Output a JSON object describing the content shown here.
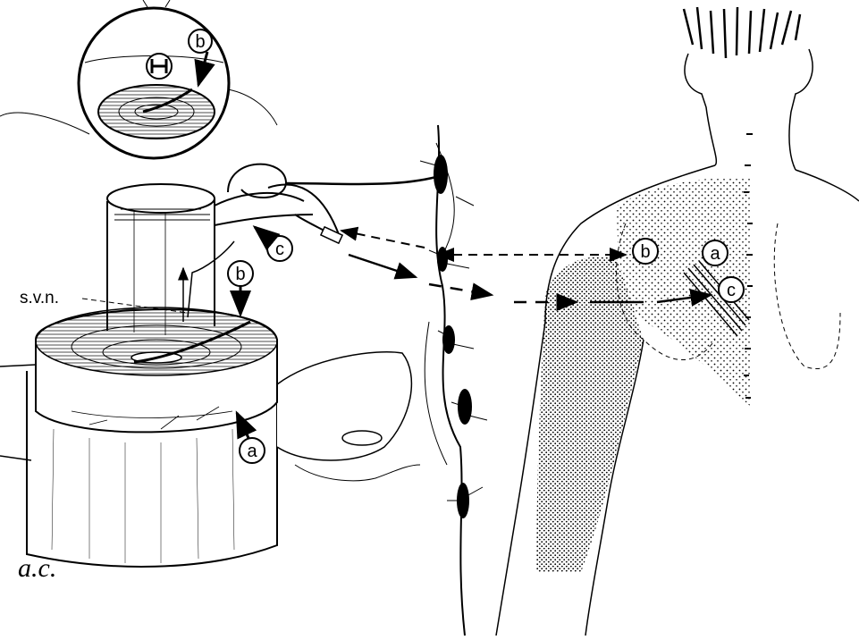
{
  "labels": {
    "a": "a",
    "b": "b",
    "c": "c",
    "svn": "s.v.n.",
    "signature": "a.c."
  },
  "colors": {
    "ink": "#000000",
    "paper": "#ffffff"
  }
}
